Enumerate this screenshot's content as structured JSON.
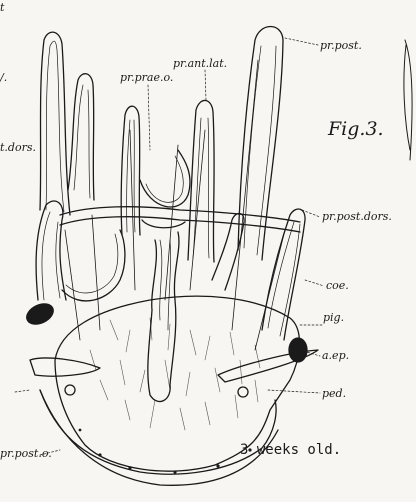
{
  "figure": {
    "number": "Fig.3.",
    "caption": "3 weeks old."
  },
  "labels": {
    "pr_post_top": "pr.post.",
    "pr_ant_lat": "pr.ant.lat.",
    "pr_prae_o": "pr.prae.o.",
    "pr_post_dors": "pr.post.dors.",
    "coe": "coe.",
    "pig": "pig.",
    "a_ep": "a.ep.",
    "ped": "ped.",
    "pr_post_o": "pr.post.o.",
    "dors_fragment": "t.dors.",
    "left_fragment_top": "t",
    "left_fragment_mid": "/."
  },
  "colors": {
    "ink": "#1a1a1a",
    "paper": "#f7f6f2"
  }
}
